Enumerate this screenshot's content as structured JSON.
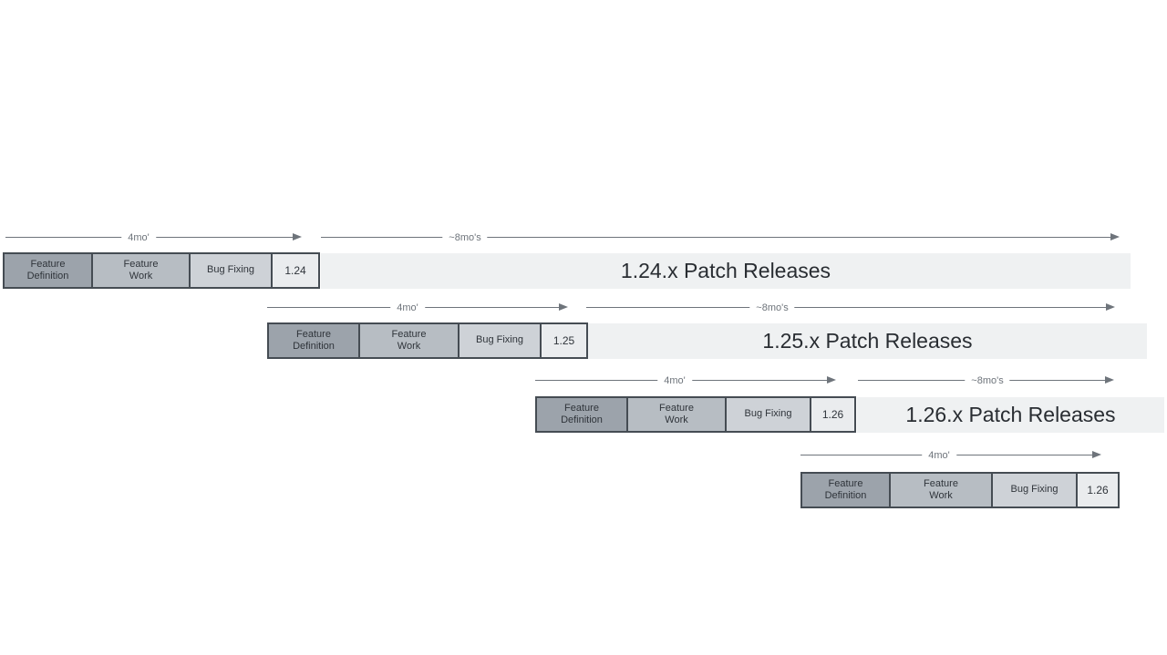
{
  "diagram": {
    "type": "release-cycle-timeline",
    "arrow_labels": {
      "cycle": "4mo'",
      "patch": "~8mo's"
    },
    "phase_labels": {
      "definition": "Feature Definition",
      "work": "Feature Work",
      "fixing": "Bug Fixing"
    },
    "rows": [
      {
        "version": "1.24",
        "patch_releases": "1.24.x Patch Releases"
      },
      {
        "version": "1.25",
        "patch_releases": "1.25.x Patch Releases"
      },
      {
        "version": "1.26",
        "patch_releases": "1.26.x Patch Releases"
      },
      {
        "version": "1.26"
      }
    ],
    "colors": {
      "feature_definition_fill": "#9ca3ab",
      "feature_work_fill": "#b7bdc3",
      "bug_fixing_fill": "#ced2d7",
      "version_box_fill": "#eaecee",
      "patch_bar_fill": "#eff1f2",
      "box_border": "#454c53",
      "arrow": "#6e747b",
      "text": "#2f343a"
    }
  }
}
